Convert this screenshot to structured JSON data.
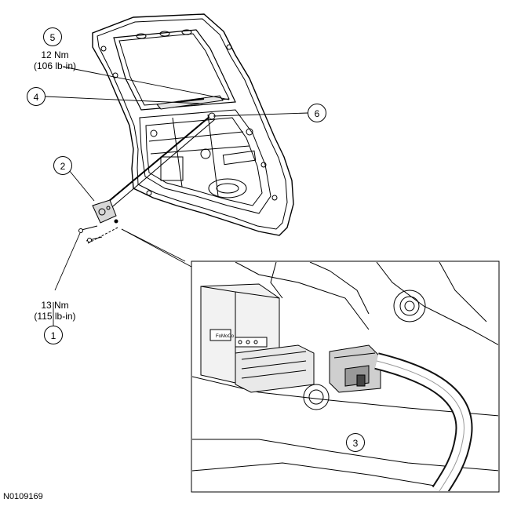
{
  "callouts": {
    "c1": "1",
    "c2": "2",
    "c3": "3",
    "c4": "4",
    "c5": "5",
    "c6": "6"
  },
  "torque_specs": {
    "item5_nm": "12 Nm",
    "item5_lbin": "(106 lb-in)",
    "item1_nm": "13 Nm",
    "item1_lbin": "(115 lb-in)"
  },
  "inset_text": {
    "module_label": "FoMoCo"
  },
  "figure_id": "N0109169"
}
